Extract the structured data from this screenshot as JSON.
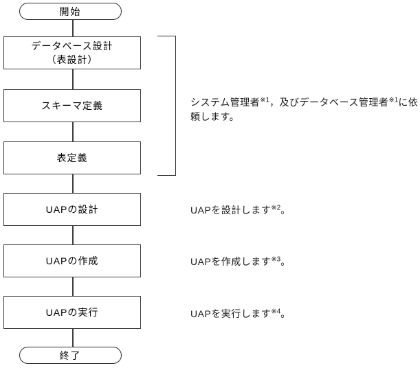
{
  "flow": {
    "start_label": "開始",
    "end_label": "終了",
    "steps": [
      {
        "line1": "データベース設計",
        "line2": "（表設計）"
      },
      {
        "line1": "スキーマ定義"
      },
      {
        "line1": "表定義"
      },
      {
        "line1": "UAPの設計"
      },
      {
        "line1": "UAPの作成"
      },
      {
        "line1": "UAPの実行"
      }
    ]
  },
  "annotations": [
    {
      "parts": [
        "システム管理者",
        "※1",
        "，及びデータベース管理者",
        "※1",
        "に依頼します。"
      ]
    },
    {
      "parts": [
        "UAPを設計します",
        "※2",
        "。"
      ]
    },
    {
      "parts": [
        "UAPを作成します",
        "※3",
        "。"
      ]
    },
    {
      "parts": [
        "UAPを実行します",
        "※4",
        "。"
      ]
    }
  ],
  "colors": {
    "line": "#3d3d3d",
    "text": "#000000",
    "background": "#ffffff"
  }
}
